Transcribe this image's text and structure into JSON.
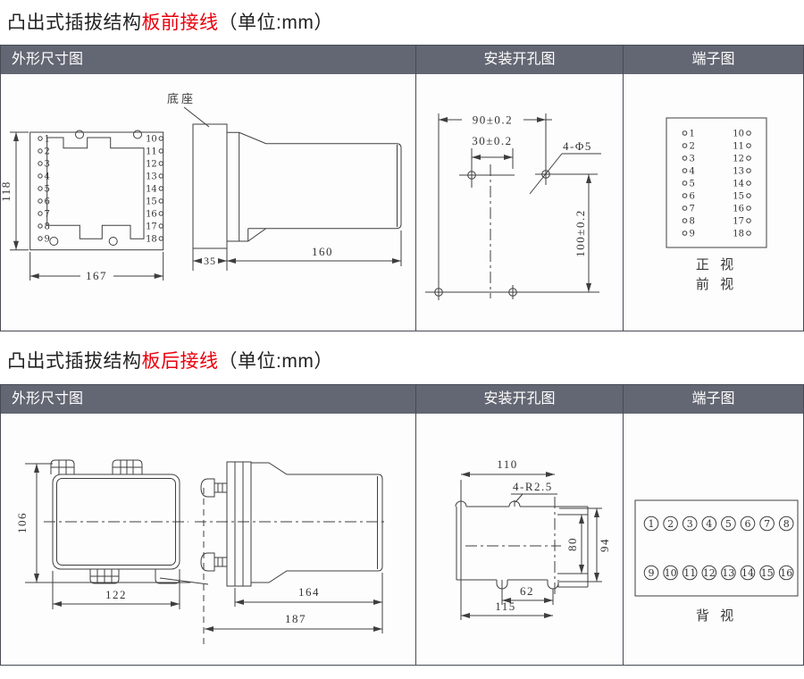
{
  "colors": {
    "header_bg": "#636773",
    "header_text": "#ffffff",
    "accent_red": "#e8000d",
    "line": "#3e3e3e"
  },
  "sections": [
    {
      "title": {
        "prefix": "凸出式插拔结构",
        "highlight": "板前接线",
        "suffix": "（单位:mm）"
      },
      "columns": {
        "outline": "外形尺寸图",
        "mounting": "安装开孔图",
        "terminal": "端子图"
      },
      "outline": {
        "base_label": "底座",
        "dim_height": "118",
        "dim_width": "167",
        "dim_base_depth": "35",
        "dim_body_length": "160",
        "terminals_left": [
          "1",
          "2",
          "3",
          "4",
          "5",
          "6",
          "7",
          "8",
          "9"
        ],
        "terminals_right": [
          "10",
          "11",
          "12",
          "13",
          "14",
          "15",
          "16",
          "17",
          "18"
        ]
      },
      "mounting": {
        "dim_width": "90±0.2",
        "dim_offset": "30±0.2",
        "holes_label": "4-Φ5",
        "dim_height": "100±0.2"
      },
      "terminal": {
        "left": [
          "1",
          "2",
          "3",
          "4",
          "5",
          "6",
          "7",
          "8",
          "9"
        ],
        "right": [
          "10",
          "11",
          "12",
          "13",
          "14",
          "15",
          "16",
          "17",
          "18"
        ],
        "caption_line1": "正 视",
        "caption_line2": "前 视"
      }
    },
    {
      "title": {
        "prefix": "凸出式插拔结构",
        "highlight": "板后接线",
        "suffix": "（单位:mm）"
      },
      "columns": {
        "outline": "外形尺寸图",
        "mounting": "安装开孔图",
        "terminal": "端子图"
      },
      "outline": {
        "dim_height": "106",
        "dim_width": "122",
        "dim_body_length": "164",
        "dim_total_length": "187"
      },
      "mounting": {
        "dim_width": "110",
        "holes_label": "4-R2.5",
        "dim_height_inner": "80",
        "dim_height_outer": "94",
        "dim_slot": "62",
        "dim_bottom": "115"
      },
      "terminal": {
        "row1": [
          "1",
          "2",
          "3",
          "4",
          "5",
          "6",
          "7",
          "8"
        ],
        "row2": [
          "9",
          "10",
          "11",
          "12",
          "13",
          "14",
          "15",
          "16"
        ],
        "caption": "背 视"
      }
    }
  ]
}
